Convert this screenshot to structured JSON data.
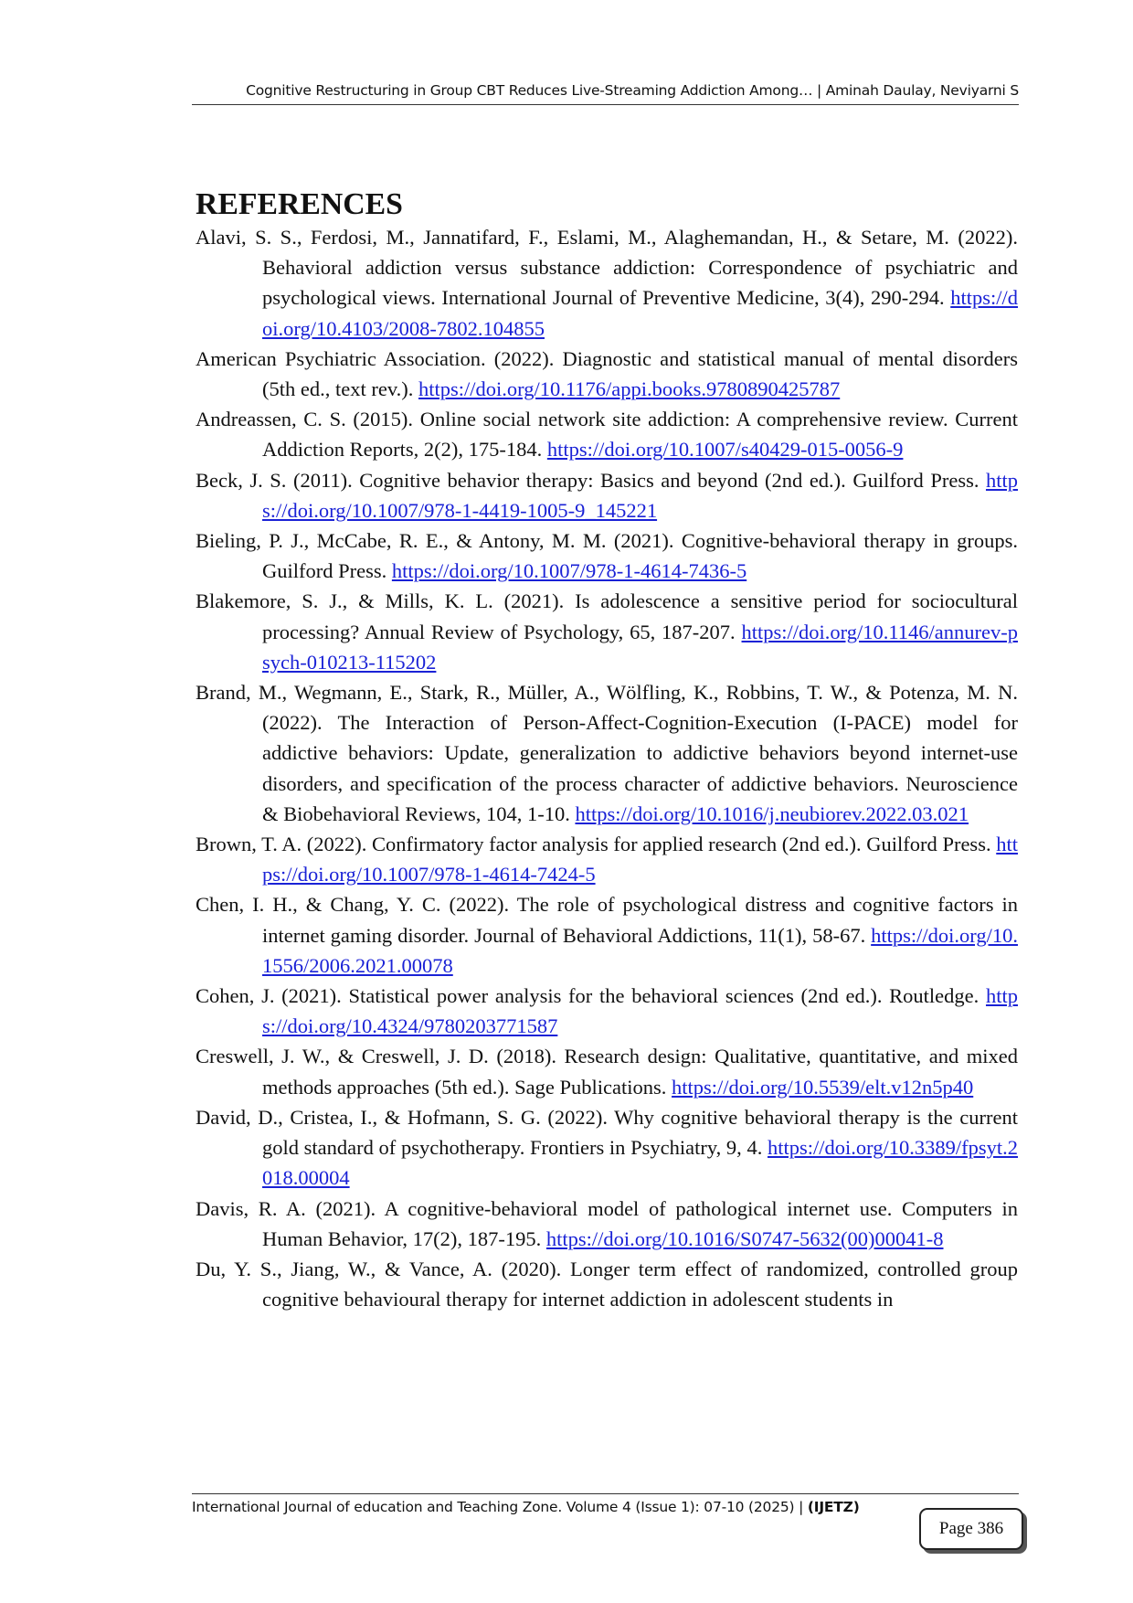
{
  "header": {
    "running_title": "Cognitive Restructuring in Group CBT Reduces Live-Streaming Addiction Among… | Aminah Daulay, Neviyarni S"
  },
  "section": {
    "heading": "REFERENCES"
  },
  "references": [
    {
      "text": "Alavi, S. S., Ferdosi, M., Jannatifard, F., Eslami, M., Alaghemandan, H., & Setare, M. (2022). Behavioral addiction versus substance addiction: Correspondence of psychiatric and psychological views. International Journal of Preventive Medicine, 3(4), 290-294. ",
      "link": "https://doi.org/10.4103/2008-7802.104855"
    },
    {
      "text": "American Psychiatric Association. (2022). Diagnostic and statistical manual of mental disorders (5th ed., text rev.). ",
      "link": "https://doi.org/10.1176/appi.books.9780890425787"
    },
    {
      "text": "Andreassen, C. S. (2015). Online social network site addiction: A comprehensive review. Current Addiction Reports, 2(2), 175-184. ",
      "link": "https://doi.org/10.1007/s40429-015-0056-9"
    },
    {
      "text": "Beck, J. S. (2011). Cognitive behavior therapy: Basics and beyond (2nd ed.). Guilford Press. ",
      "link": "https://doi.org/10.1007/978-1-4419-1005-9_145221"
    },
    {
      "text": "Bieling, P. J., McCabe, R. E., & Antony, M. M. (2021). Cognitive-behavioral therapy in groups. Guilford Press. ",
      "link": "https://doi.org/10.1007/978-1-4614-7436-5"
    },
    {
      "text": "Blakemore, S. J., & Mills, K. L. (2021). Is adolescence a sensitive period for sociocultural processing? Annual Review of Psychology, 65, 187-207. ",
      "link": "https://doi.org/10.1146/annurev-psych-010213-115202"
    },
    {
      "text": "Brand, M., Wegmann, E., Stark, R., Müller, A., Wölfling, K., Robbins, T. W., & Potenza, M. N. (2022). The Interaction of Person-Affect-Cognition-Execution (I-PACE) model for addictive behaviors: Update, generalization to addictive behaviors beyond internet-use disorders, and specification of the process character of addictive behaviors. Neuroscience & Biobehavioral Reviews, 104, 1-10. ",
      "link": "https://doi.org/10.1016/j.neubiorev.2022.03.021"
    },
    {
      "text": "Brown, T. A. (2022). Confirmatory factor analysis for applied research (2nd ed.). Guilford Press. ",
      "link": "https://doi.org/10.1007/978-1-4614-7424-5"
    },
    {
      "text": "Chen, I. H., & Chang, Y. C. (2022). The role of psychological distress and cognitive factors in internet gaming disorder. Journal of Behavioral Addictions, 11(1), 58-67. ",
      "link": "https://doi.org/10.1556/2006.2021.00078"
    },
    {
      "text": "Cohen, J. (2021). Statistical power analysis for the behavioral sciences (2nd ed.). Routledge. ",
      "link": "https://doi.org/10.4324/9780203771587"
    },
    {
      "text": "Creswell, J. W., & Creswell, J. D. (2018). Research design: Qualitative, quantitative, and mixed methods approaches (5th ed.). Sage Publications. ",
      "link": "https://doi.org/10.5539/elt.v12n5p40"
    },
    {
      "text": "David, D., Cristea, I., & Hofmann, S. G. (2022). Why cognitive behavioral therapy is the current gold standard of psychotherapy. Frontiers in Psychiatry, 9, 4. ",
      "link": "https://doi.org/10.3389/fpsyt.2018.00004"
    },
    {
      "text": "Davis, R. A. (2021). A cognitive-behavioral model of pathological internet use. Computers in Human Behavior, 17(2), 187-195. ",
      "link": "https://doi.org/10.1016/S0747-5632(00)00041-8"
    },
    {
      "text": "Du, Y. S., Jiang, W., & Vance, A. (2020). Longer term effect of randomized, controlled group cognitive behavioural therapy for internet addiction in adolescent students in",
      "link": ""
    }
  ],
  "footer": {
    "journal_text": "International Journal of education and Teaching Zone. Volume 4 (Issue 1): 07-10 (2025) | ",
    "journal_abbrev": "(IJETZ)",
    "page_label": "Page 386"
  }
}
